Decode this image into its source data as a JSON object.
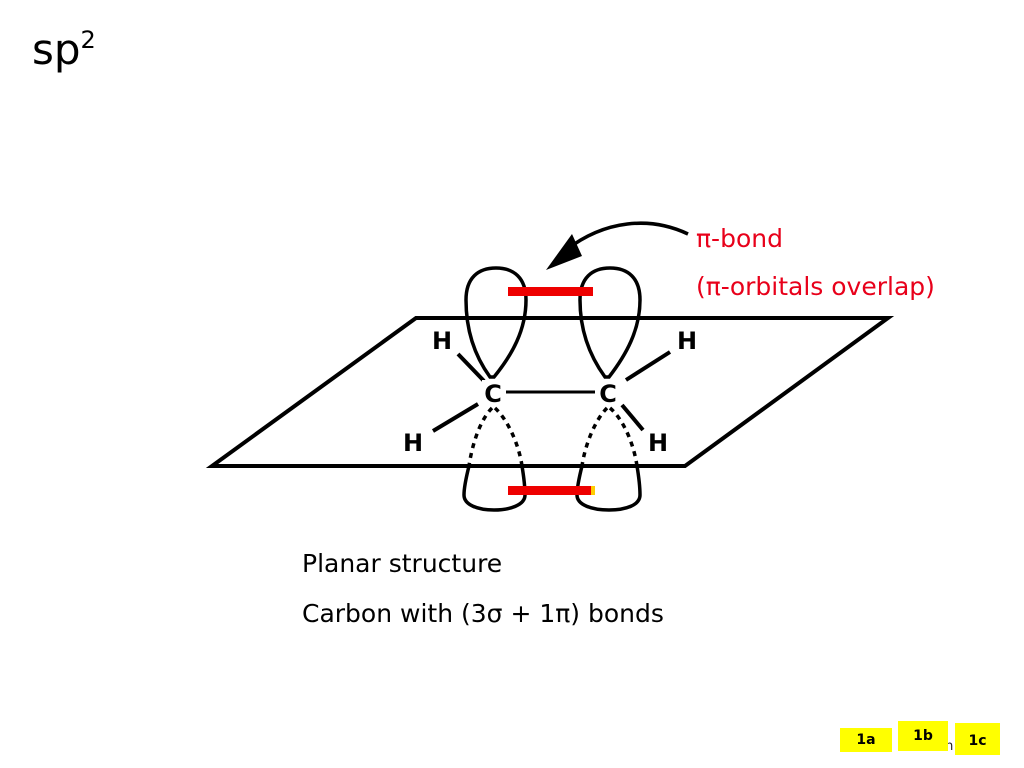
{
  "title": {
    "main": "sp",
    "superscript": "2"
  },
  "molecule": {
    "atoms": {
      "carbon_left": "C",
      "carbon_right": "C",
      "h_top_left": "H",
      "h_top_right": "H",
      "h_bottom_left": "H",
      "h_bottom_right": "H"
    }
  },
  "annotation": {
    "line1": "π-bond",
    "line2": "(π-orbitals overlap)",
    "color": "#e8001a"
  },
  "captions": {
    "line1": "Planar structure",
    "line2": "Carbon with (3σ + 1π) bonds"
  },
  "footer": {
    "page_ref": "ch 68",
    "nav_buttons": [
      "1a",
      "1b",
      "1c"
    ],
    "button_color": "#ffff00"
  }
}
